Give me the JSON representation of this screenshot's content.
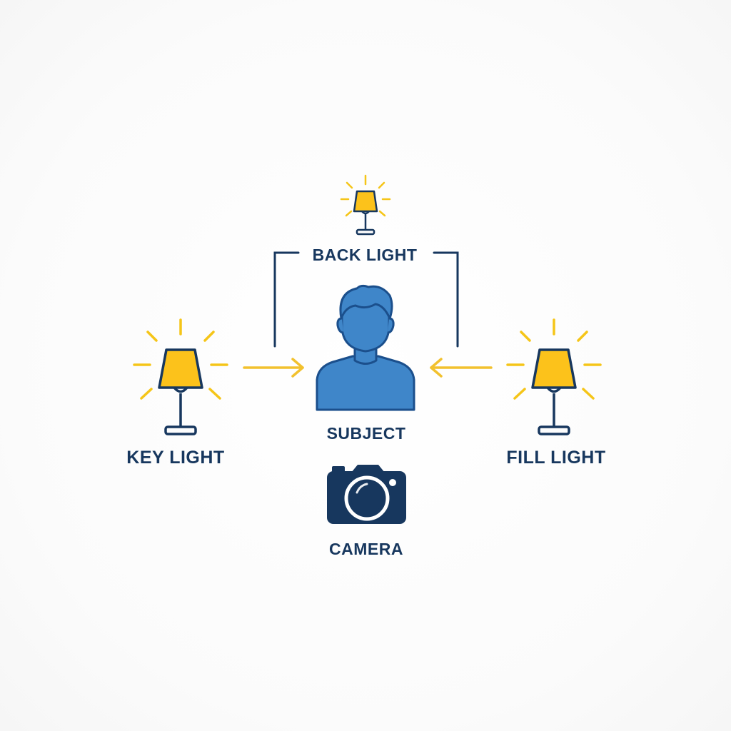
{
  "labels": {
    "back_light": "BACK LIGHT",
    "key_light": "KEY LIGHT",
    "fill_light": "FILL LIGHT",
    "subject": "SUBJECT",
    "camera": "CAMERA"
  },
  "icons": {
    "lamp": "lamp-icon",
    "subject": "person-icon",
    "camera": "camera-icon",
    "arrow": "arrow-icon"
  },
  "colors": {
    "lamp_shade": "#fcc21b",
    "light_rays": "#f5c518",
    "navy": "#17375e",
    "subject_fill": "#3f86c9",
    "subject_stroke": "#1b4f8c",
    "arrow": "#f2c12e"
  }
}
